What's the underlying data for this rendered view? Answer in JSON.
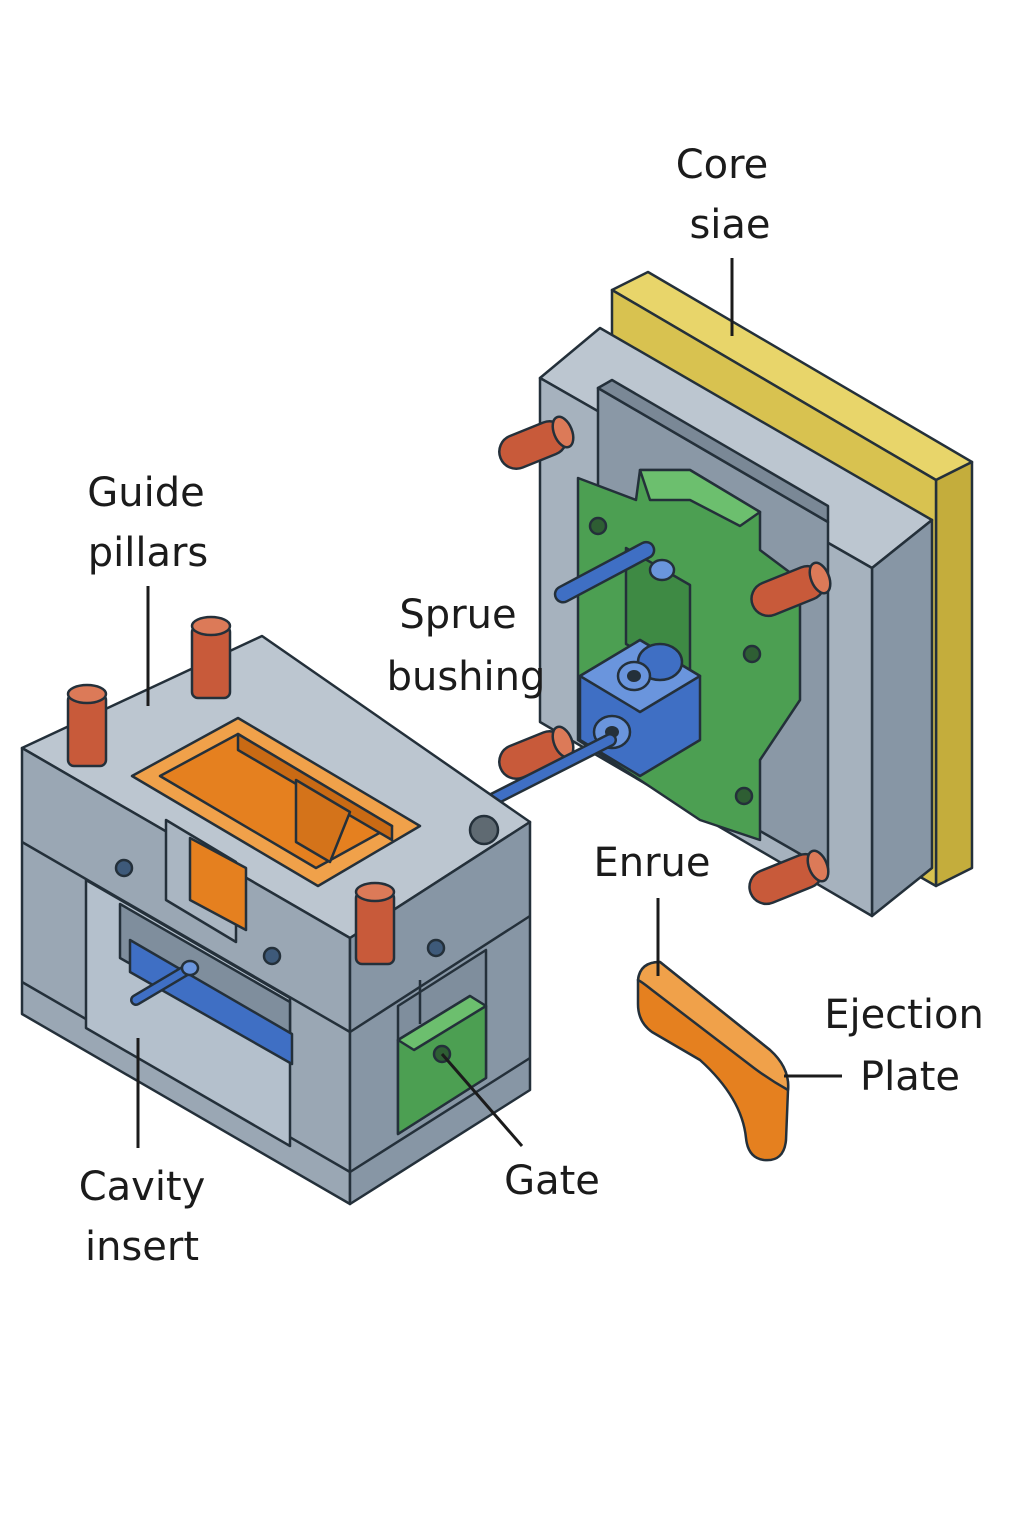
{
  "labels": {
    "core_side": [
      "Core",
      "siae"
    ],
    "guide_pillars": [
      "Guide",
      "pillars"
    ],
    "sprue_bushing": [
      "Sprue",
      "bushing"
    ],
    "enrue": "Enrue",
    "ejection_plate": [
      "Ejection",
      "Plate"
    ],
    "cavity_insert": [
      "Cavity",
      "insert"
    ],
    "gate": "Gate"
  },
  "colors": {
    "steel_top": "#bcc6d0",
    "steel_front": "#9aa7b4",
    "steel_side": "#8796a5",
    "steel_dark": "#6f7f8f",
    "yellow_plate": "#e8d56a",
    "yellow_edge": "#c4ad3c",
    "green_insert": "#4c9f52",
    "green_light": "#6cbf6e",
    "blue_part": "#3f6fc4",
    "blue_light": "#6a95dd",
    "orange_cavity": "#e5801f",
    "orange_light": "#f0a14a",
    "pillar_red": "#c85a3a",
    "pillar_light": "#dc7a58",
    "outline": "#24303a"
  }
}
